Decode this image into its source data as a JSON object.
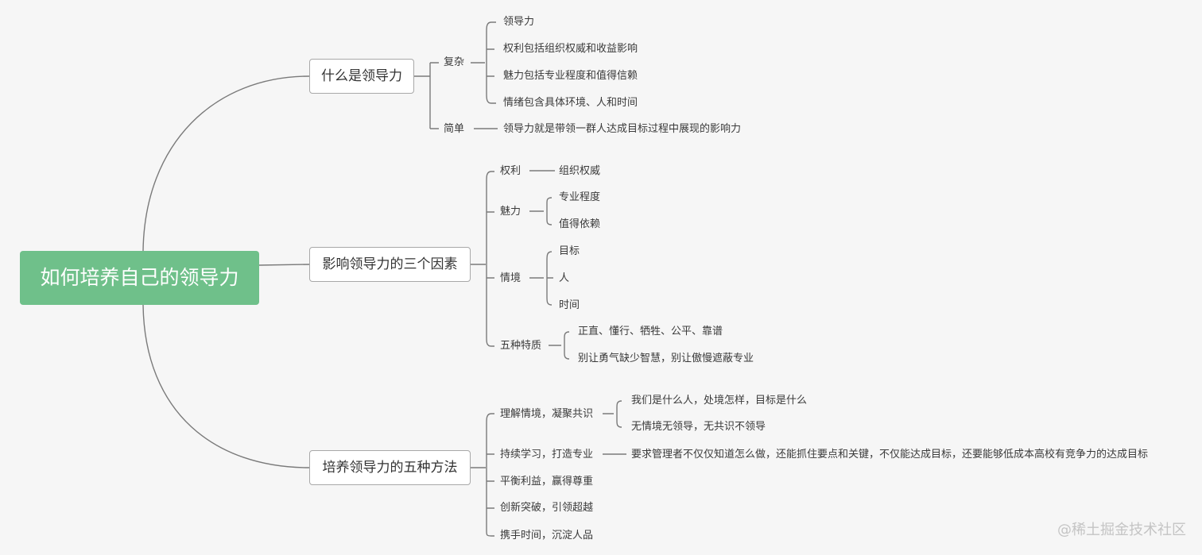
{
  "root": "如何培养自己的领导力",
  "branches": [
    {
      "label": "什么是领导力",
      "children": [
        {
          "label": "复杂",
          "children": [
            "领导力",
            "权利包括组织权威和收益影响",
            "魅力包括专业程度和值得信赖",
            "情绪包含具体环境、人和时间"
          ]
        },
        {
          "label": "简单",
          "children": [
            "领导力就是带领一群人达成目标过程中展现的影响力"
          ]
        }
      ]
    },
    {
      "label": "影响领导力的三个因素",
      "children": [
        {
          "label": "权利",
          "children": [
            "组织权威"
          ]
        },
        {
          "label": "魅力",
          "children": [
            "专业程度",
            "值得依赖"
          ]
        },
        {
          "label": "情境",
          "children": [
            "目标",
            "人",
            "时间"
          ]
        },
        {
          "label": "五种特质",
          "children": [
            "正直、懂行、牺牲、公平、靠谱",
            "别让勇气缺少智慧，别让傲慢遮蔽专业"
          ]
        }
      ]
    },
    {
      "label": "培养领导力的五种方法",
      "children": [
        {
          "label": "理解情境，凝聚共识",
          "children": [
            "我们是什么人，处境怎样，目标是什么",
            "无情境无领导，无共识不领导"
          ]
        },
        {
          "label": "持续学习，打造专业",
          "children": [
            "要求管理者不仅仅知道怎么做，还能抓住要点和关键，不仅能达成目标，还要能够低成本高校有竞争力的达成目标"
          ]
        },
        {
          "label": "平衡利益，赢得尊重",
          "children": []
        },
        {
          "label": "创新突破，引领超越",
          "children": []
        },
        {
          "label": "携手时间，沉淀人品",
          "children": []
        }
      ]
    }
  ],
  "watermark": "@稀土掘金技术社区",
  "colors": {
    "root_fill": "#6fc08a",
    "line": "#7a7a7a",
    "background": "#f6f6f6"
  }
}
